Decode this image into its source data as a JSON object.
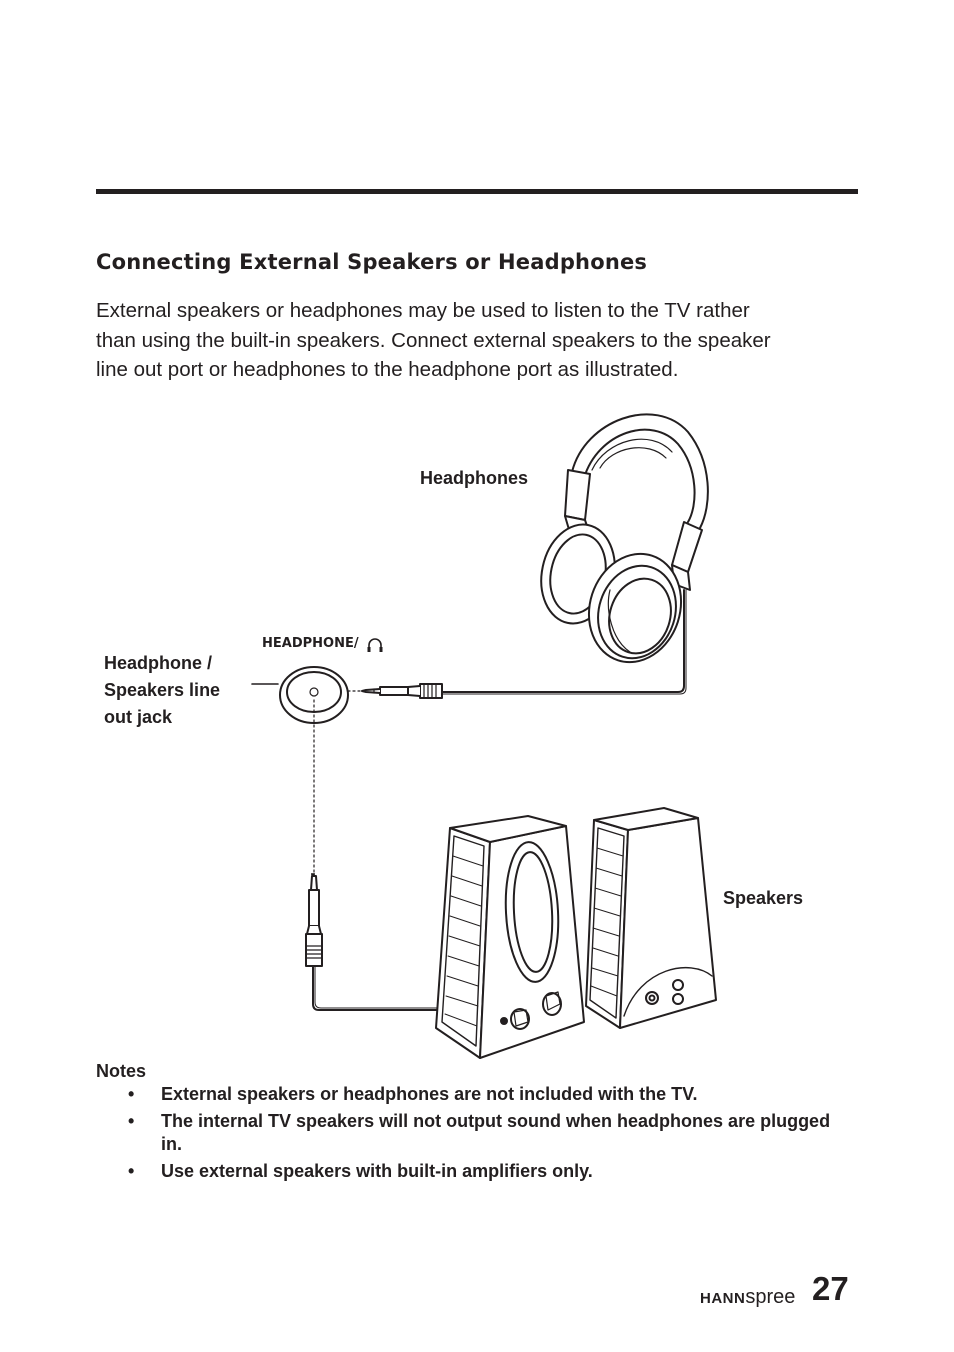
{
  "section": {
    "title": "Connecting External Speakers or Headphones",
    "intro_lines": [
      "External speakers or headphones may be used to listen to the TV rather",
      "than using the built-in speakers. Connect external speakers to the speaker",
      "line out port or headphones to the headphone port as illustrated."
    ]
  },
  "illustration": {
    "headphones_label": "Headphones",
    "jack_label_lines": [
      "Headphone /",
      "Speakers line",
      "out jack"
    ],
    "port_label": "HEADPHONE/",
    "speakers_label": "Speakers"
  },
  "notes": {
    "title": "Notes",
    "bullet": "•",
    "items": [
      "External speakers or headphones are not included with the TV.",
      "The internal TV speakers will not output sound when headphones are plugged in.",
      "Use external speakers with built-in amplifiers only."
    ]
  },
  "footer": {
    "brand_bold": "HANN",
    "brand_light": "spree",
    "page_number": "27"
  }
}
